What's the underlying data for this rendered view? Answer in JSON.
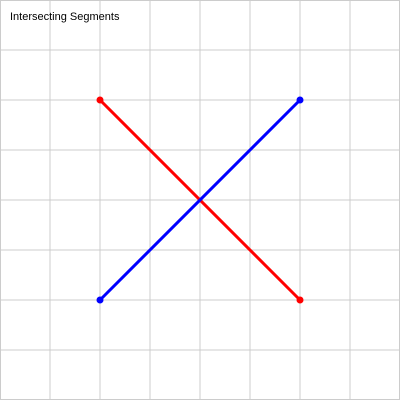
{
  "title": "Intersecting Segments",
  "grid": {
    "visible": true,
    "step": 1,
    "color": "#cccccc",
    "x_range": [
      0,
      8
    ],
    "y_range": [
      0,
      8
    ]
  },
  "segments": [
    {
      "name": "red-segment",
      "color": "#ff0000",
      "start": [
        2,
        2
      ],
      "end": [
        6,
        6
      ]
    },
    {
      "name": "blue-segment",
      "color": "#0000ff",
      "start": [
        2,
        6
      ],
      "end": [
        6,
        2
      ]
    }
  ]
}
